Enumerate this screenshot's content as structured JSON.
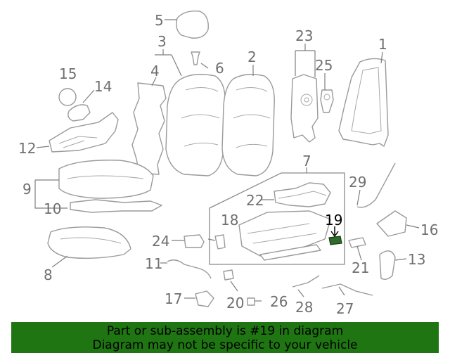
{
  "diagram": {
    "callouts": [
      "1",
      "2",
      "3",
      "4",
      "5",
      "6",
      "7",
      "8",
      "9",
      "10",
      "11",
      "12",
      "13",
      "14",
      "15",
      "16",
      "17",
      "18",
      "19",
      "20",
      "21",
      "22",
      "23",
      "24",
      "25",
      "26",
      "27",
      "28",
      "29"
    ],
    "highlighted": "19"
  },
  "banner": {
    "line1": "Part or sub-assembly is #19 in diagram",
    "line2": "Diagram may not be specific to your vehicle",
    "color": "#1f7512"
  }
}
